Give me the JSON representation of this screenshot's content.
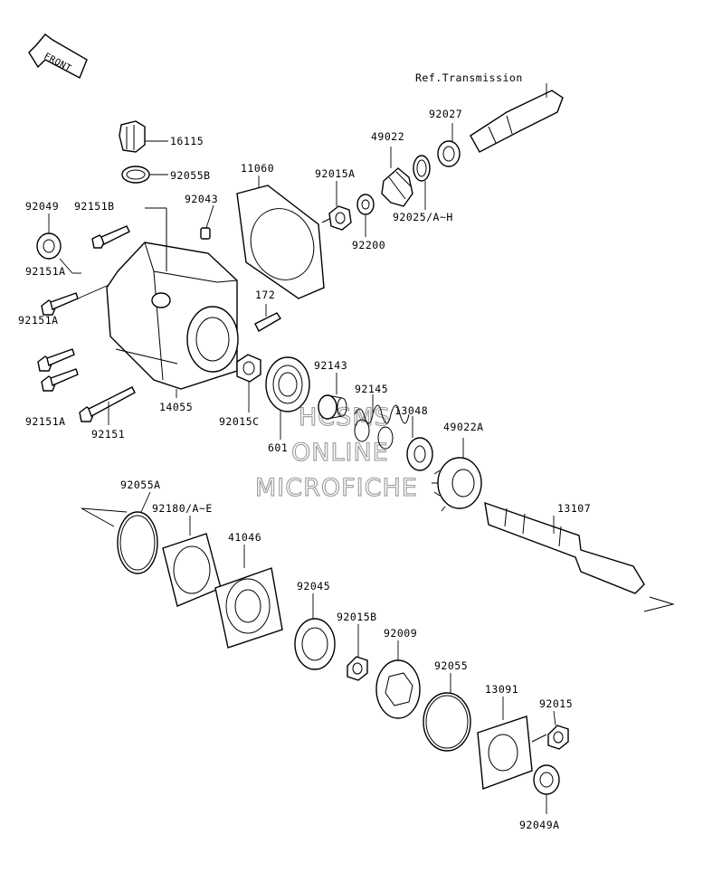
{
  "front_badge": "FRONT",
  "ref_note": "Ref.Transmission",
  "watermark": [
    "HCSMS",
    "ONLINE",
    "MICROFICHE"
  ],
  "parts": {
    "p16115": "16115",
    "p92055B": "92055B",
    "p11060": "11060",
    "p92043": "92043",
    "p92049": "92049",
    "p92151B": "92151B",
    "p92151A_1": "92151A",
    "p92151A_2": "92151A",
    "p92151A_3": "92151A",
    "p92151": "92151",
    "p14055": "14055",
    "p172": "172",
    "p92015C": "92015C",
    "p601": "601",
    "p92015A": "92015A",
    "p92200": "92200",
    "p49022": "49022",
    "p92025": "92025/A~H",
    "p92027": "92027",
    "p92143": "92143",
    "p92145": "92145",
    "p13048": "13048",
    "p49022A": "49022A",
    "p13107": "13107",
    "p92055A": "92055A",
    "p92180": "92180/A~E",
    "p41046": "41046",
    "p92045": "92045",
    "p92015B": "92015B",
    "p92009": "92009",
    "p92055": "92055",
    "p13091": "13091",
    "p92015": "92015",
    "p92049A": "92049A"
  }
}
